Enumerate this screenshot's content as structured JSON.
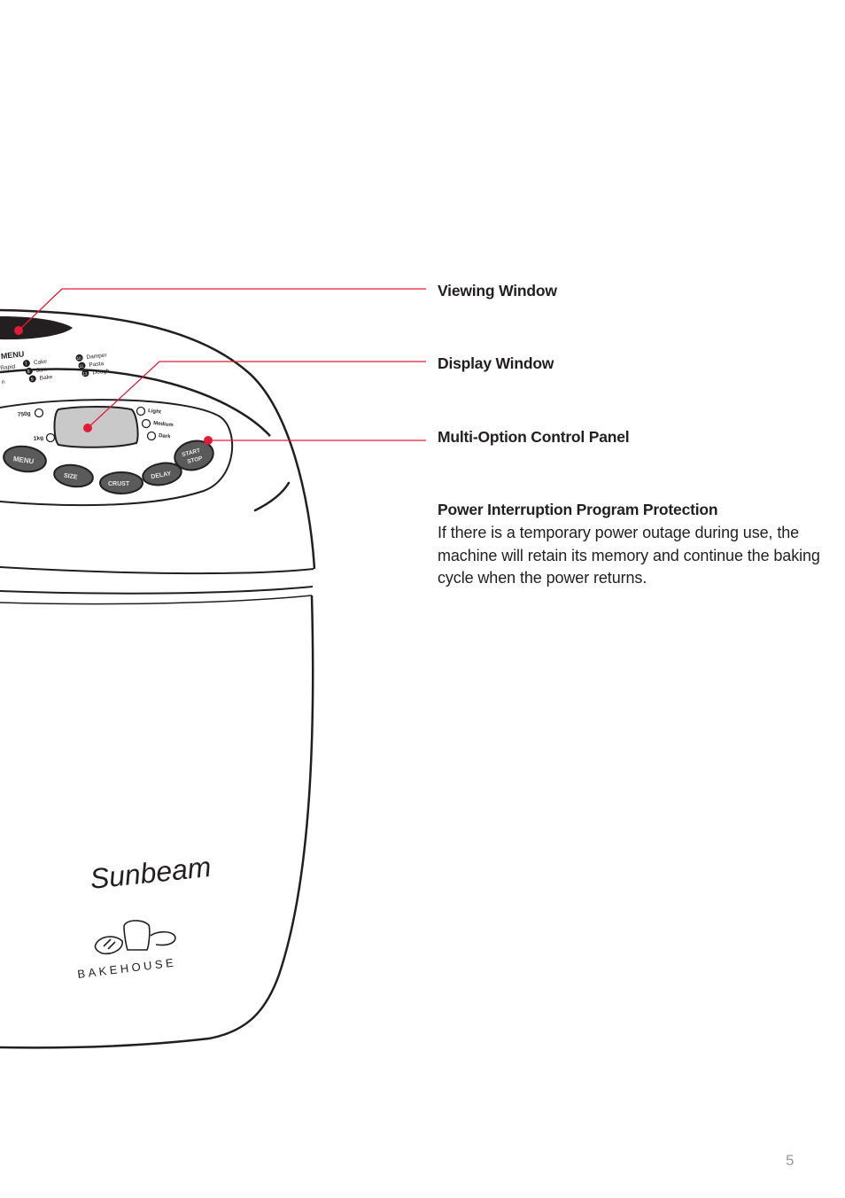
{
  "callouts": {
    "viewing_window": "Viewing Window",
    "display_window": "Display Window",
    "control_panel": "Multi-Option Control Panel"
  },
  "power_protection": {
    "heading": "Power Interruption Program Protection",
    "body": "If there is a temporary power outage during use, the machine will retain its memory and continue the baking cycle when the power returns."
  },
  "page_number": "5",
  "control_panel": {
    "menu_title": "MENU",
    "menu_items_left": [
      "Rapid",
      "n"
    ],
    "menu_items_mid": [
      {
        "num": "7",
        "label": "Cake"
      },
      {
        "num": "8",
        "label": "Jam"
      },
      {
        "num": "9",
        "label": "Bake"
      }
    ],
    "menu_items_right": [
      {
        "num": "10",
        "label": "Damper"
      },
      {
        "num": "11",
        "label": "Pasta"
      },
      {
        "num": "12",
        "label": "Dough"
      }
    ],
    "size_options": [
      "750g",
      "1kg"
    ],
    "crust_options": [
      "Light",
      "Medium",
      "Dark"
    ],
    "buttons": {
      "menu": "MENU",
      "size": "SIZE",
      "crust": "CRUST",
      "delay": "DELAY",
      "start": "START",
      "stop": "STOP"
    }
  },
  "branding": {
    "brand": "Sunbeam",
    "product": "BAKEHOUSE"
  },
  "colors": {
    "callout_red": "#e31b38",
    "text": "#231f20",
    "page_number": "#9a9a9a",
    "display_fill": "#c9c9c9",
    "button_fill": "#5a5a5a"
  }
}
